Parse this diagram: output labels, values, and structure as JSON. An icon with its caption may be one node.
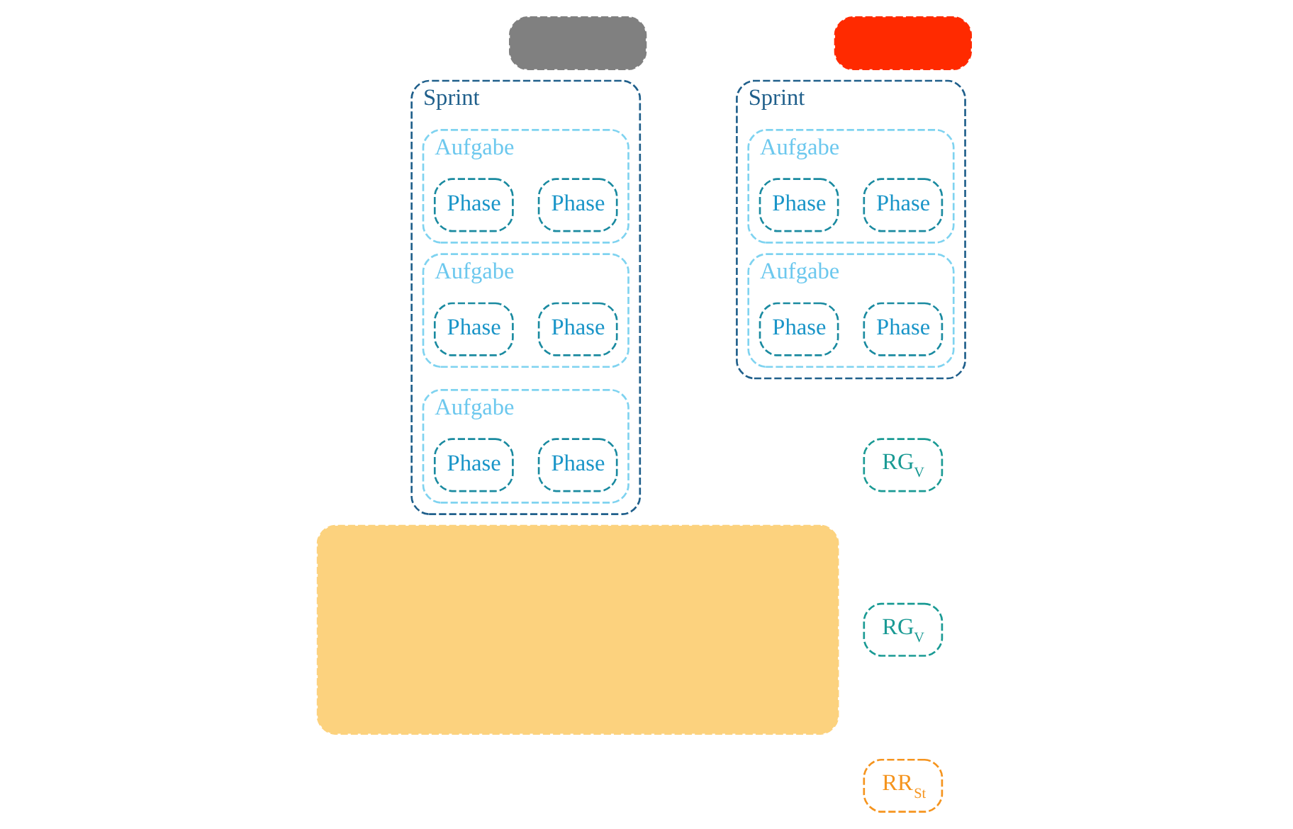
{
  "diagram": {
    "nodes": [
      {
        "text": [],
        "shape": "box"
      },
      {
        "text": [],
        "shape": "box"
      },
      {
        "text": [
          "Sprint"
        ]
      },
      {
        "text": [
          "Aufgabe"
        ],
        "in": 2
      },
      {
        "text": [
          "Phase"
        ],
        "in": 3
      },
      {
        "text": [
          "Phase"
        ],
        "in": 3
      },
      {
        "text": [
          "Aufgabe"
        ],
        "in": 2
      },
      {
        "text": [
          "Phase"
        ],
        "in": 6
      },
      {
        "text": [
          "Phase"
        ],
        "in": 6
      },
      {
        "text": [
          "Aufgabe"
        ],
        "in": 2
      },
      {
        "text": [
          "Phase"
        ],
        "in": 9
      },
      {
        "text": [
          "Phase"
        ],
        "in": 9
      },
      {
        "text": [
          "Sprint"
        ]
      },
      {
        "text": [
          "Aufgabe"
        ],
        "in": 12
      },
      {
        "text": [
          "Phase"
        ],
        "in": 13
      },
      {
        "text": [
          "Phase"
        ],
        "in": 13
      },
      {
        "text": [
          "Aufgabe"
        ],
        "in": 12
      },
      {
        "text": [
          "Phase"
        ],
        "in": 16
      },
      {
        "text": [
          "Phase"
        ],
        "in": 16
      },
      {
        "text": [],
        "shape": "box"
      },
      {
        "text": [
          "RG$_{V}$"
        ]
      },
      {
        "text": [
          "RG$_{V}$"
        ]
      },
      {
        "text": [
          "RR$_{St}$"
        ]
      }
    ],
    "edges": []
  }
}
